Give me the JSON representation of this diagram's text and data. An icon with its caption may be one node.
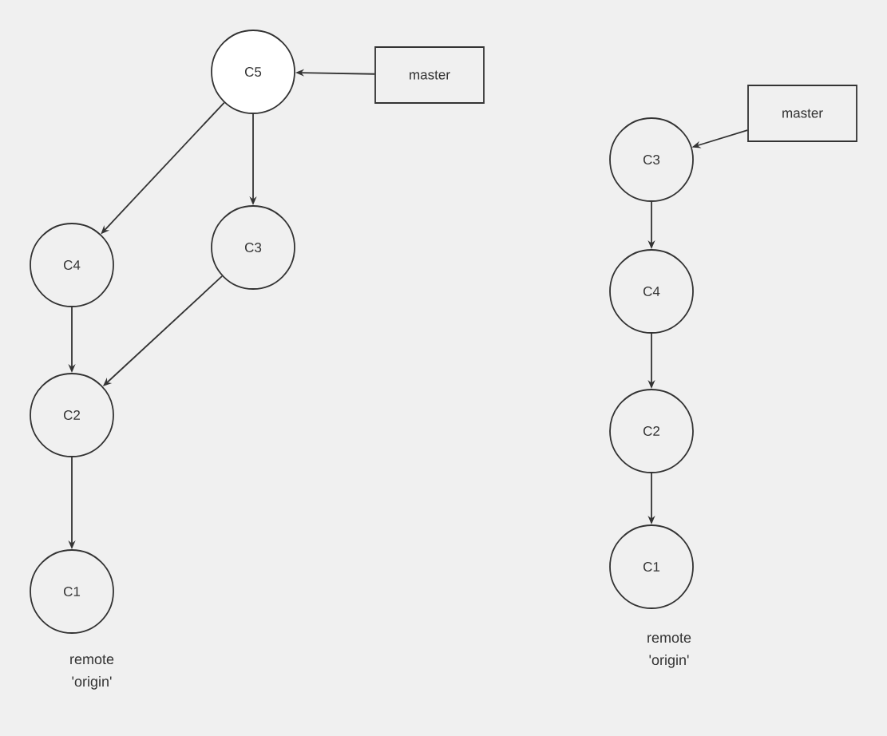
{
  "diagram": {
    "nodes": [
      {
        "text": [
          "C5"
        ]
      },
      {
        "text": [
          "master"
        ]
      },
      {
        "text": [
          "C4"
        ]
      },
      {
        "text": [
          "C3"
        ]
      },
      {
        "text": [
          "C2"
        ]
      },
      {
        "text": [
          "C1"
        ]
      },
      {
        "text": [
          "master"
        ]
      },
      {
        "text": [
          "C3"
        ]
      },
      {
        "text": [
          "C4"
        ]
      },
      {
        "text": [
          "C2"
        ]
      },
      {
        "text": [
          "C1"
        ]
      }
    ],
    "edges": [
      {
        "from": 1,
        "to": 0,
        "arrow": "to"
      },
      {
        "from": 0,
        "to": 2,
        "arrow": "to"
      },
      {
        "from": 0,
        "to": 3,
        "arrow": "to"
      },
      {
        "from": 2,
        "to": 4,
        "arrow": "to"
      },
      {
        "from": 3,
        "to": 4,
        "arrow": "to"
      },
      {
        "from": 4,
        "to": 5,
        "arrow": "to"
      },
      {
        "from": 6,
        "to": 7,
        "arrow": "to"
      },
      {
        "from": 7,
        "to": 8,
        "arrow": "to"
      },
      {
        "from": 8,
        "to": 9,
        "arrow": "to"
      },
      {
        "from": 9,
        "to": 10,
        "arrow": "to"
      }
    ],
    "labels": [
      "remote 'origin'",
      "remote 'origin'"
    ]
  }
}
